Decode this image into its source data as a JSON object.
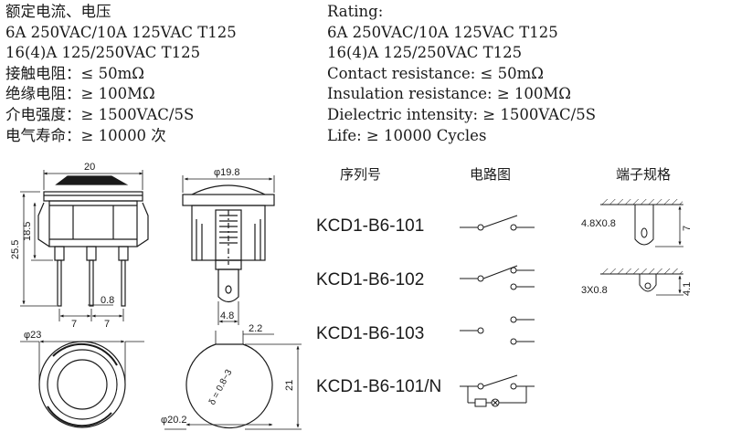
{
  "specs_cn": {
    "line1": "额定电流、电压",
    "line2": "6A 250VAC/10A 125VAC T125",
    "line3": "16(4)A 125/250VAC T125",
    "line4": "接触电阻：≤ 50mΩ",
    "line5": "绝缘电阻：≥ 100MΩ",
    "line6": "介电强度：≥ 1500VAC/5S",
    "line7": "电气寿命：≥ 10000 次"
  },
  "specs_en": {
    "line1": "Rating:",
    "line2": "6A 250VAC/10A 125VAC T125",
    "line3": "16(4)A 125/250VAC T125",
    "line4": "Contact resistance: ≤ 50mΩ",
    "line5": "Insulation resistance: ≥ 100MΩ",
    "line6": "Dielectric intensity: ≥ 1500VAC/5S",
    "line7": "Life: ≥ 10000 Cycles"
  },
  "table_headers": {
    "serial": "序列号",
    "circuit": "电路图",
    "terminal": "端子规格"
  },
  "models": [
    "KCD1-B6-101",
    "KCD1-B6-102",
    "KCD1-B6-103",
    "KCD1-B6-101/N"
  ],
  "dimensions": {
    "width": "20",
    "height_total": "25.5",
    "height_body": "18.5",
    "pin_thickness": "0.8",
    "pin_pitch": "7",
    "diameter_top": "φ19.8",
    "pin_width": "4.8",
    "diameter_bezel": "φ23",
    "diameter_cut": "φ20.2",
    "flat_offset": "2.2",
    "panel_thickness": "δ = 0.8~3",
    "cut_height": "21"
  },
  "terminals": {
    "t1_size": "4.8X0.8",
    "t1_height": "7",
    "t2_size": "3X0.8",
    "t2_height": "4.1"
  }
}
